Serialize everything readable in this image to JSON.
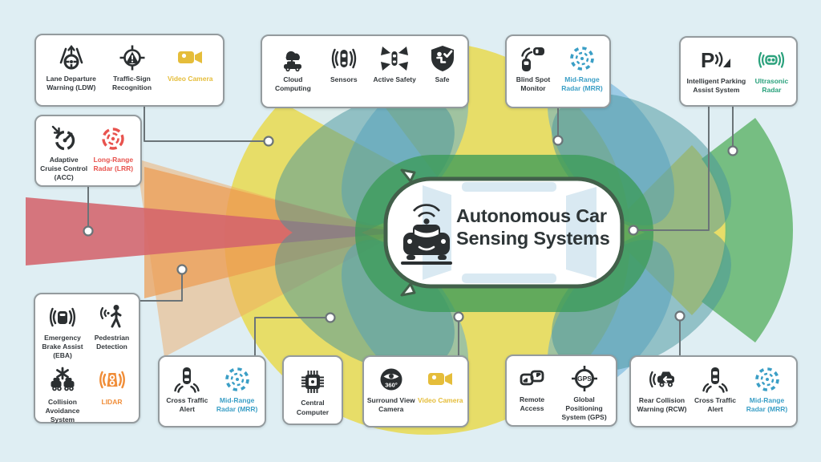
{
  "title": {
    "line1": "Autonomous Car",
    "line2": "Sensing Systems"
  },
  "colors": {
    "background": "#dfeef3",
    "yellow_zone": "#e7db60",
    "red_zone_lrr": "#d4646c",
    "orange_zone": "#ec9b50",
    "green_ring_zone": "#3c9b58",
    "green_fan_zone": "#6cba78",
    "teal_petal_zone": "#47949b",
    "blue_petal_zone": "#58a8d8",
    "accent_yellow": "#e5bd3a",
    "accent_red": "#e8534e",
    "accent_orange": "#f08d38",
    "accent_blue": "#3b9fc6",
    "accent_green": "#2aa17c",
    "icon_black": "#2b2f31",
    "connector_gray": "#6b7478",
    "car_outline_green": "#42604a"
  },
  "icon_text": {
    "parking_p": "P",
    "gps": "GPS",
    "surround_360": "360°"
  },
  "cards": {
    "front_camera": {
      "items": [
        {
          "label": "Lane Departure Warning (LDW)"
        },
        {
          "label": "Traffic-Sign Recognition"
        },
        {
          "label": "Video Camera"
        }
      ]
    },
    "front_radar": {
      "items": [
        {
          "label": "Adaptive Cruise Control (ACC)"
        },
        {
          "label": "Long-Range Radar (LRR)"
        }
      ]
    },
    "front_safety": {
      "items": [
        {
          "label": "Emergency Brake Assist (EBA)"
        },
        {
          "label": "Pedestrian Detection"
        },
        {
          "label": "Collision Avoidance System"
        },
        {
          "label": "LIDAR"
        }
      ]
    },
    "top_concepts": {
      "items": [
        {
          "label": "Cloud Computing"
        },
        {
          "label": "Sensors"
        },
        {
          "label": "Active Safety"
        },
        {
          "label": "Safe"
        }
      ]
    },
    "blind_spot": {
      "items": [
        {
          "label": "Blind Spot Monitor"
        },
        {
          "label": "Mid-Range Radar (MRR)"
        }
      ]
    },
    "parking": {
      "items": [
        {
          "label": "Intelligent Parking Assist System"
        },
        {
          "label": "Ultrasonic Radar"
        }
      ]
    },
    "cross_traffic_front": {
      "items": [
        {
          "label": "Cross Traffic Alert"
        },
        {
          "label": "Mid-Range Radar (MRR)"
        }
      ]
    },
    "central_computer": {
      "items": [
        {
          "label": "Central Computer"
        }
      ]
    },
    "surround_view": {
      "items": [
        {
          "label": "Surround View Camera"
        },
        {
          "label": "Video Camera"
        }
      ]
    },
    "connectivity": {
      "items": [
        {
          "label": "Remote Access"
        },
        {
          "label": "Global Positioning System (GPS)"
        }
      ]
    },
    "rear": {
      "items": [
        {
          "label": "Rear Collision Warning (RCW)"
        },
        {
          "label": "Cross Traffic Alert"
        },
        {
          "label": "Mid-Range Radar (MRR)"
        }
      ]
    }
  }
}
